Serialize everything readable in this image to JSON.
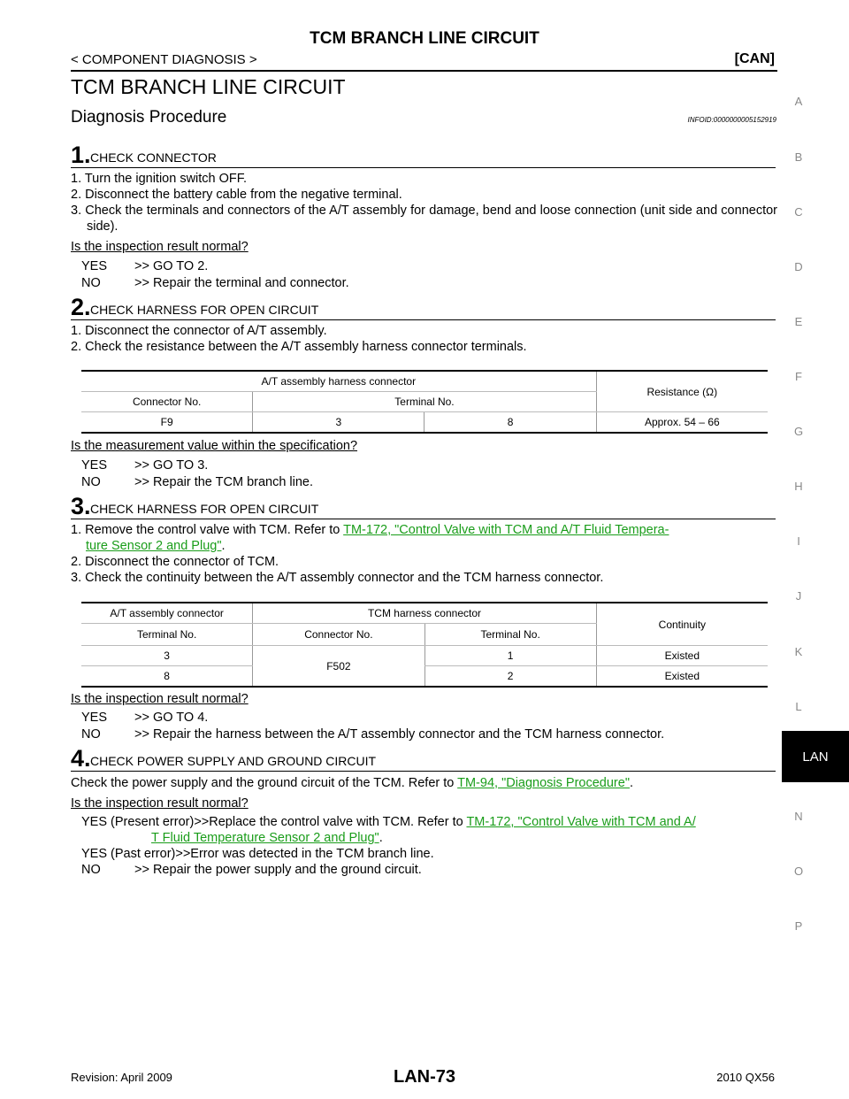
{
  "header": {
    "top_title": "TCM BRANCH LINE CIRCUIT",
    "section": "< COMPONENT DIAGNOSIS >",
    "tag": "[CAN]"
  },
  "page_title": "TCM BRANCH LINE CIRCUIT",
  "subtitle": "Diagnosis Procedure",
  "infoid": "INFOID:0000000005152919",
  "step1": {
    "num": "1.",
    "title": "CHECK CONNECTOR",
    "items": [
      "1. Turn the ignition switch OFF.",
      "2. Disconnect the battery cable from the negative terminal.",
      "3. Check the terminals and connectors of the A/T assembly for damage, bend and loose connection (unit side and connector side)."
    ],
    "question": "Is the inspection result normal?",
    "yes_key": "YES",
    "yes": ">> GO TO 2.",
    "no_key": "NO",
    "no": ">> Repair the terminal and connector."
  },
  "step2": {
    "num": "2.",
    "title": "CHECK HARNESS FOR OPEN CIRCUIT",
    "items": [
      "1. Disconnect the connector of A/T assembly.",
      "2. Check the resistance between the A/T assembly harness connector terminals."
    ],
    "table": {
      "group": "A/T assembly harness connector",
      "resistance": "Resistance (Ω)",
      "connector_hdr": "Connector No.",
      "terminal_hdr": "Terminal No.",
      "connector": "F9",
      "t1": "3",
      "t2": "8",
      "value": "Approx. 54 – 66"
    },
    "question": "Is the measurement value within the specification?",
    "yes_key": "YES",
    "yes": ">> GO TO 3.",
    "no_key": "NO",
    "no": ">> Repair the TCM branch line."
  },
  "step3": {
    "num": "3.",
    "title": "CHECK HARNESS FOR OPEN CIRCUIT",
    "item1_prefix": "1. Remove the control valve with TCM. Refer to ",
    "item1_link_a": "TM-172, \"Control Valve with TCM and A/T Fluid Tempera-",
    "item1_link_b": "ture Sensor 2 and Plug\"",
    "item1_suffix": ".",
    "item2": "2. Disconnect the connector of TCM.",
    "item3": "3. Check the continuity between the A/T assembly connector and the TCM harness connector.",
    "table": {
      "at_hdr": "A/T assembly connector",
      "tcm_hdr": "TCM harness connector",
      "continuity": "Continuity",
      "terminal_hdr": "Terminal No.",
      "connector_hdr": "Connector No.",
      "terminal_hdr2": "Terminal No.",
      "connector": "F502",
      "rows": [
        {
          "at": "3",
          "tcm": "1",
          "result": "Existed"
        },
        {
          "at": "8",
          "tcm": "2",
          "result": "Existed"
        }
      ]
    },
    "question": "Is the inspection result normal?",
    "yes_key": "YES",
    "yes": ">> GO TO 4.",
    "no_key": "NO",
    "no": ">> Repair the harness between the A/T assembly connector and the TCM harness connector."
  },
  "step4": {
    "num": "4.",
    "title": "CHECK POWER SUPPLY AND GROUND CIRCUIT",
    "text_prefix": "Check the power supply and the ground circuit of the TCM. Refer to ",
    "text_link": "TM-94, \"Diagnosis Procedure\"",
    "text_suffix": ".",
    "question": "Is the inspection result normal?",
    "yes_present_prefix": "YES (Present error)>>Replace the control valve with TCM. Refer to ",
    "yes_present_link_a": "TM-172, \"Control Valve with TCM and A/",
    "yes_present_link_b": "T Fluid Temperature Sensor 2 and Plug\"",
    "yes_present_suffix": ".",
    "yes_past": "YES (Past error)>>Error was detected in the TCM branch line.",
    "no_key": "NO",
    "no": ">> Repair the power supply and the ground circuit."
  },
  "sidebar": [
    "A",
    "B",
    "C",
    "D",
    "E",
    "F",
    "G",
    "H",
    "I",
    "J",
    "K",
    "L",
    "LAN",
    "N",
    "O",
    "P"
  ],
  "footer": {
    "revision": "Revision: April 2009",
    "page": "LAN-73",
    "model": "2010 QX56"
  }
}
